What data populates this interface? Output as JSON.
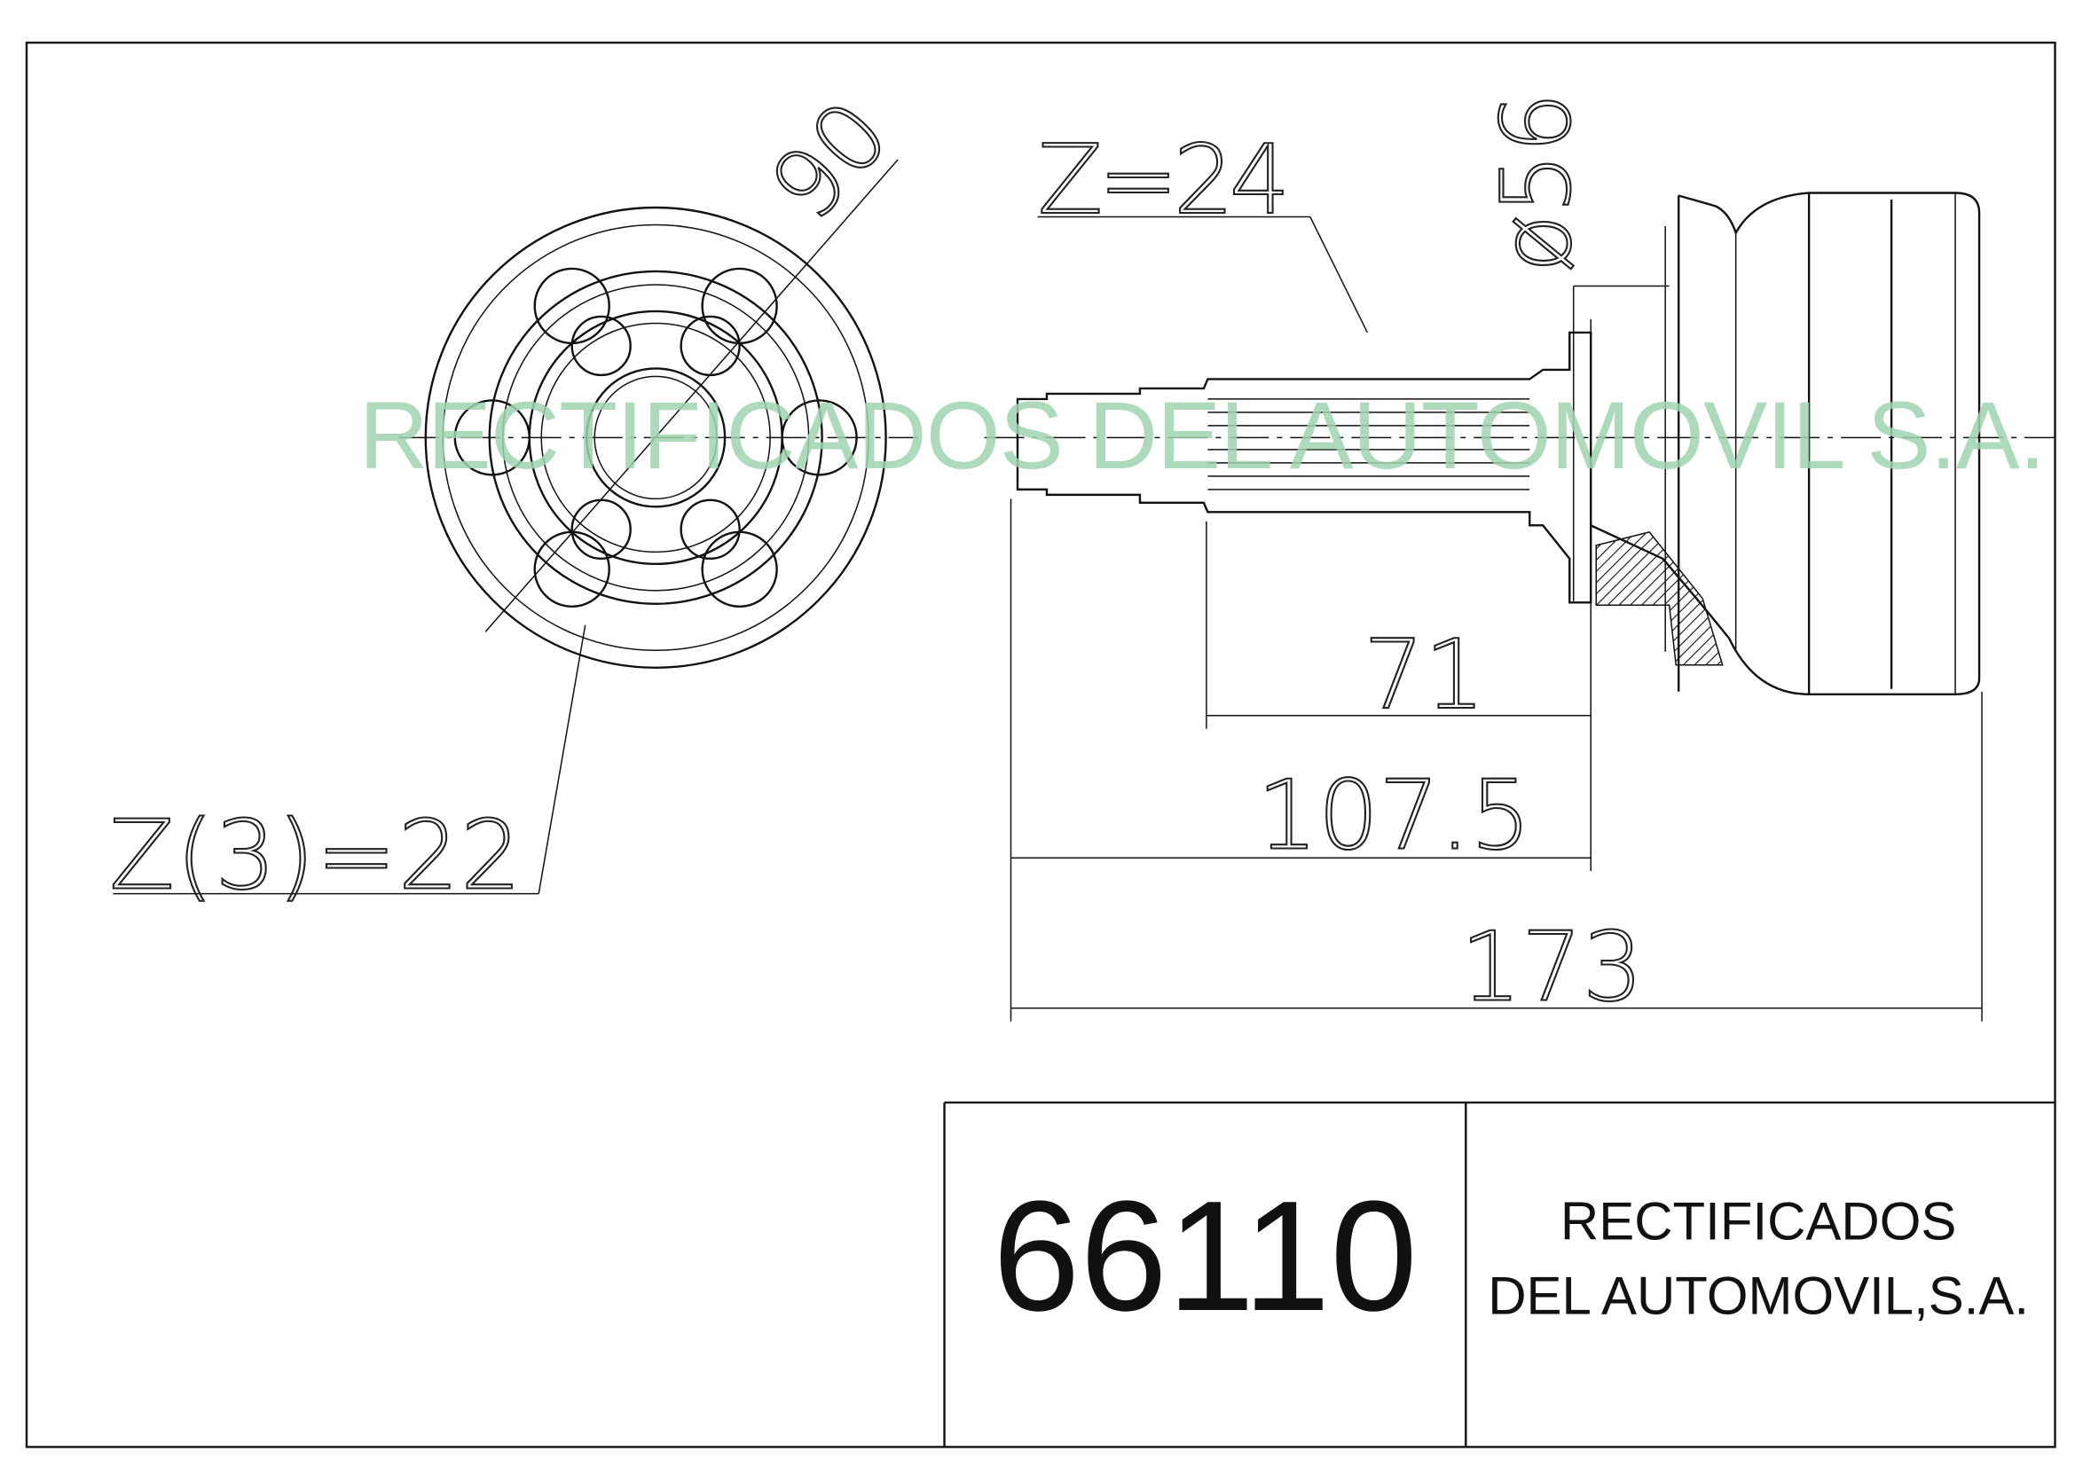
{
  "drawing": {
    "watermark": "RECTIFICADOS DEL AUTOMOVIL S.A.",
    "dimensions": {
      "angle_label": "90",
      "spline_outer": "Z=24",
      "spline_inner": "Z(3)=22",
      "diameter": "ø56",
      "length_71": "71",
      "length_107_5": "107.5",
      "length_173": "173"
    }
  },
  "title_block": {
    "part_number": "66110",
    "company_line1": "RECTIFICADOS",
    "company_line2": "DEL AUTOMOVIL,S.A."
  },
  "colors": {
    "watermark": "#9fd3ae",
    "line": "#111111"
  }
}
